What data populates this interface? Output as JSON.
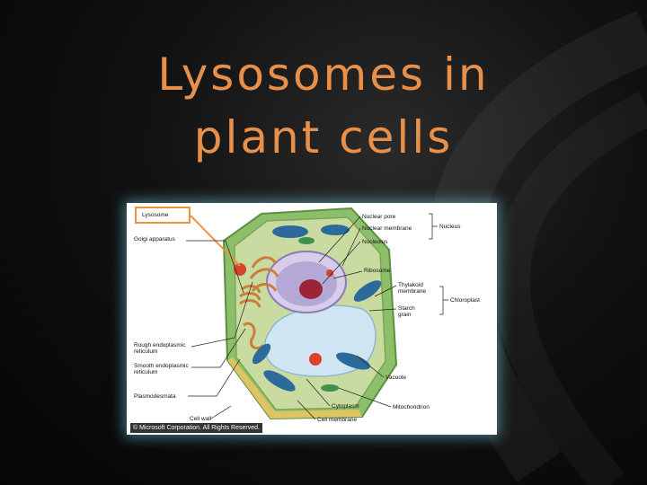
{
  "slide": {
    "title_line1": "Lysosomes in",
    "title_line2": "plant cells"
  },
  "diagram": {
    "labels_left": {
      "lysosome": "Lysosome",
      "golgi": "Golgi apparatus",
      "rough_er": "Rough endoplasmic reticulum",
      "smooth_er": "Smooth endoplasmic reticulum",
      "plasmodesmata": "Plasmodesmata",
      "cell_wall": "Cell wall"
    },
    "labels_right": {
      "nuclear_pore": "Nuclear pore",
      "nuclear_membrane": "Nuclear membrane",
      "nucleolus": "Nucleolus",
      "nucleus": "Nucleus",
      "ribosome": "Ribosome",
      "thylakoid_membrane": "Thylakoid membrane",
      "starch_grain": "Starch grain",
      "chloroplast": "Chloroplast",
      "vacuole": "Vacuole",
      "mitochondrion": "Mitochondrion",
      "cytoplasm": "Cytoplasm",
      "cell_membrane": "Cell membrane"
    },
    "copyright": "© Microsoft Corporation. All Rights Reserved.",
    "colors": {
      "title": "#e8904a",
      "highlight": "#f0923c",
      "cell_wall": "#8dbf6a",
      "cytoplasm": "#c9dba0",
      "vacuole": "#cfe6f2",
      "nucleus": "#b4a8d6",
      "lysosome": "#d8432a",
      "chloroplast": "#2c6a9c",
      "golgi": "#c97f3a"
    }
  }
}
